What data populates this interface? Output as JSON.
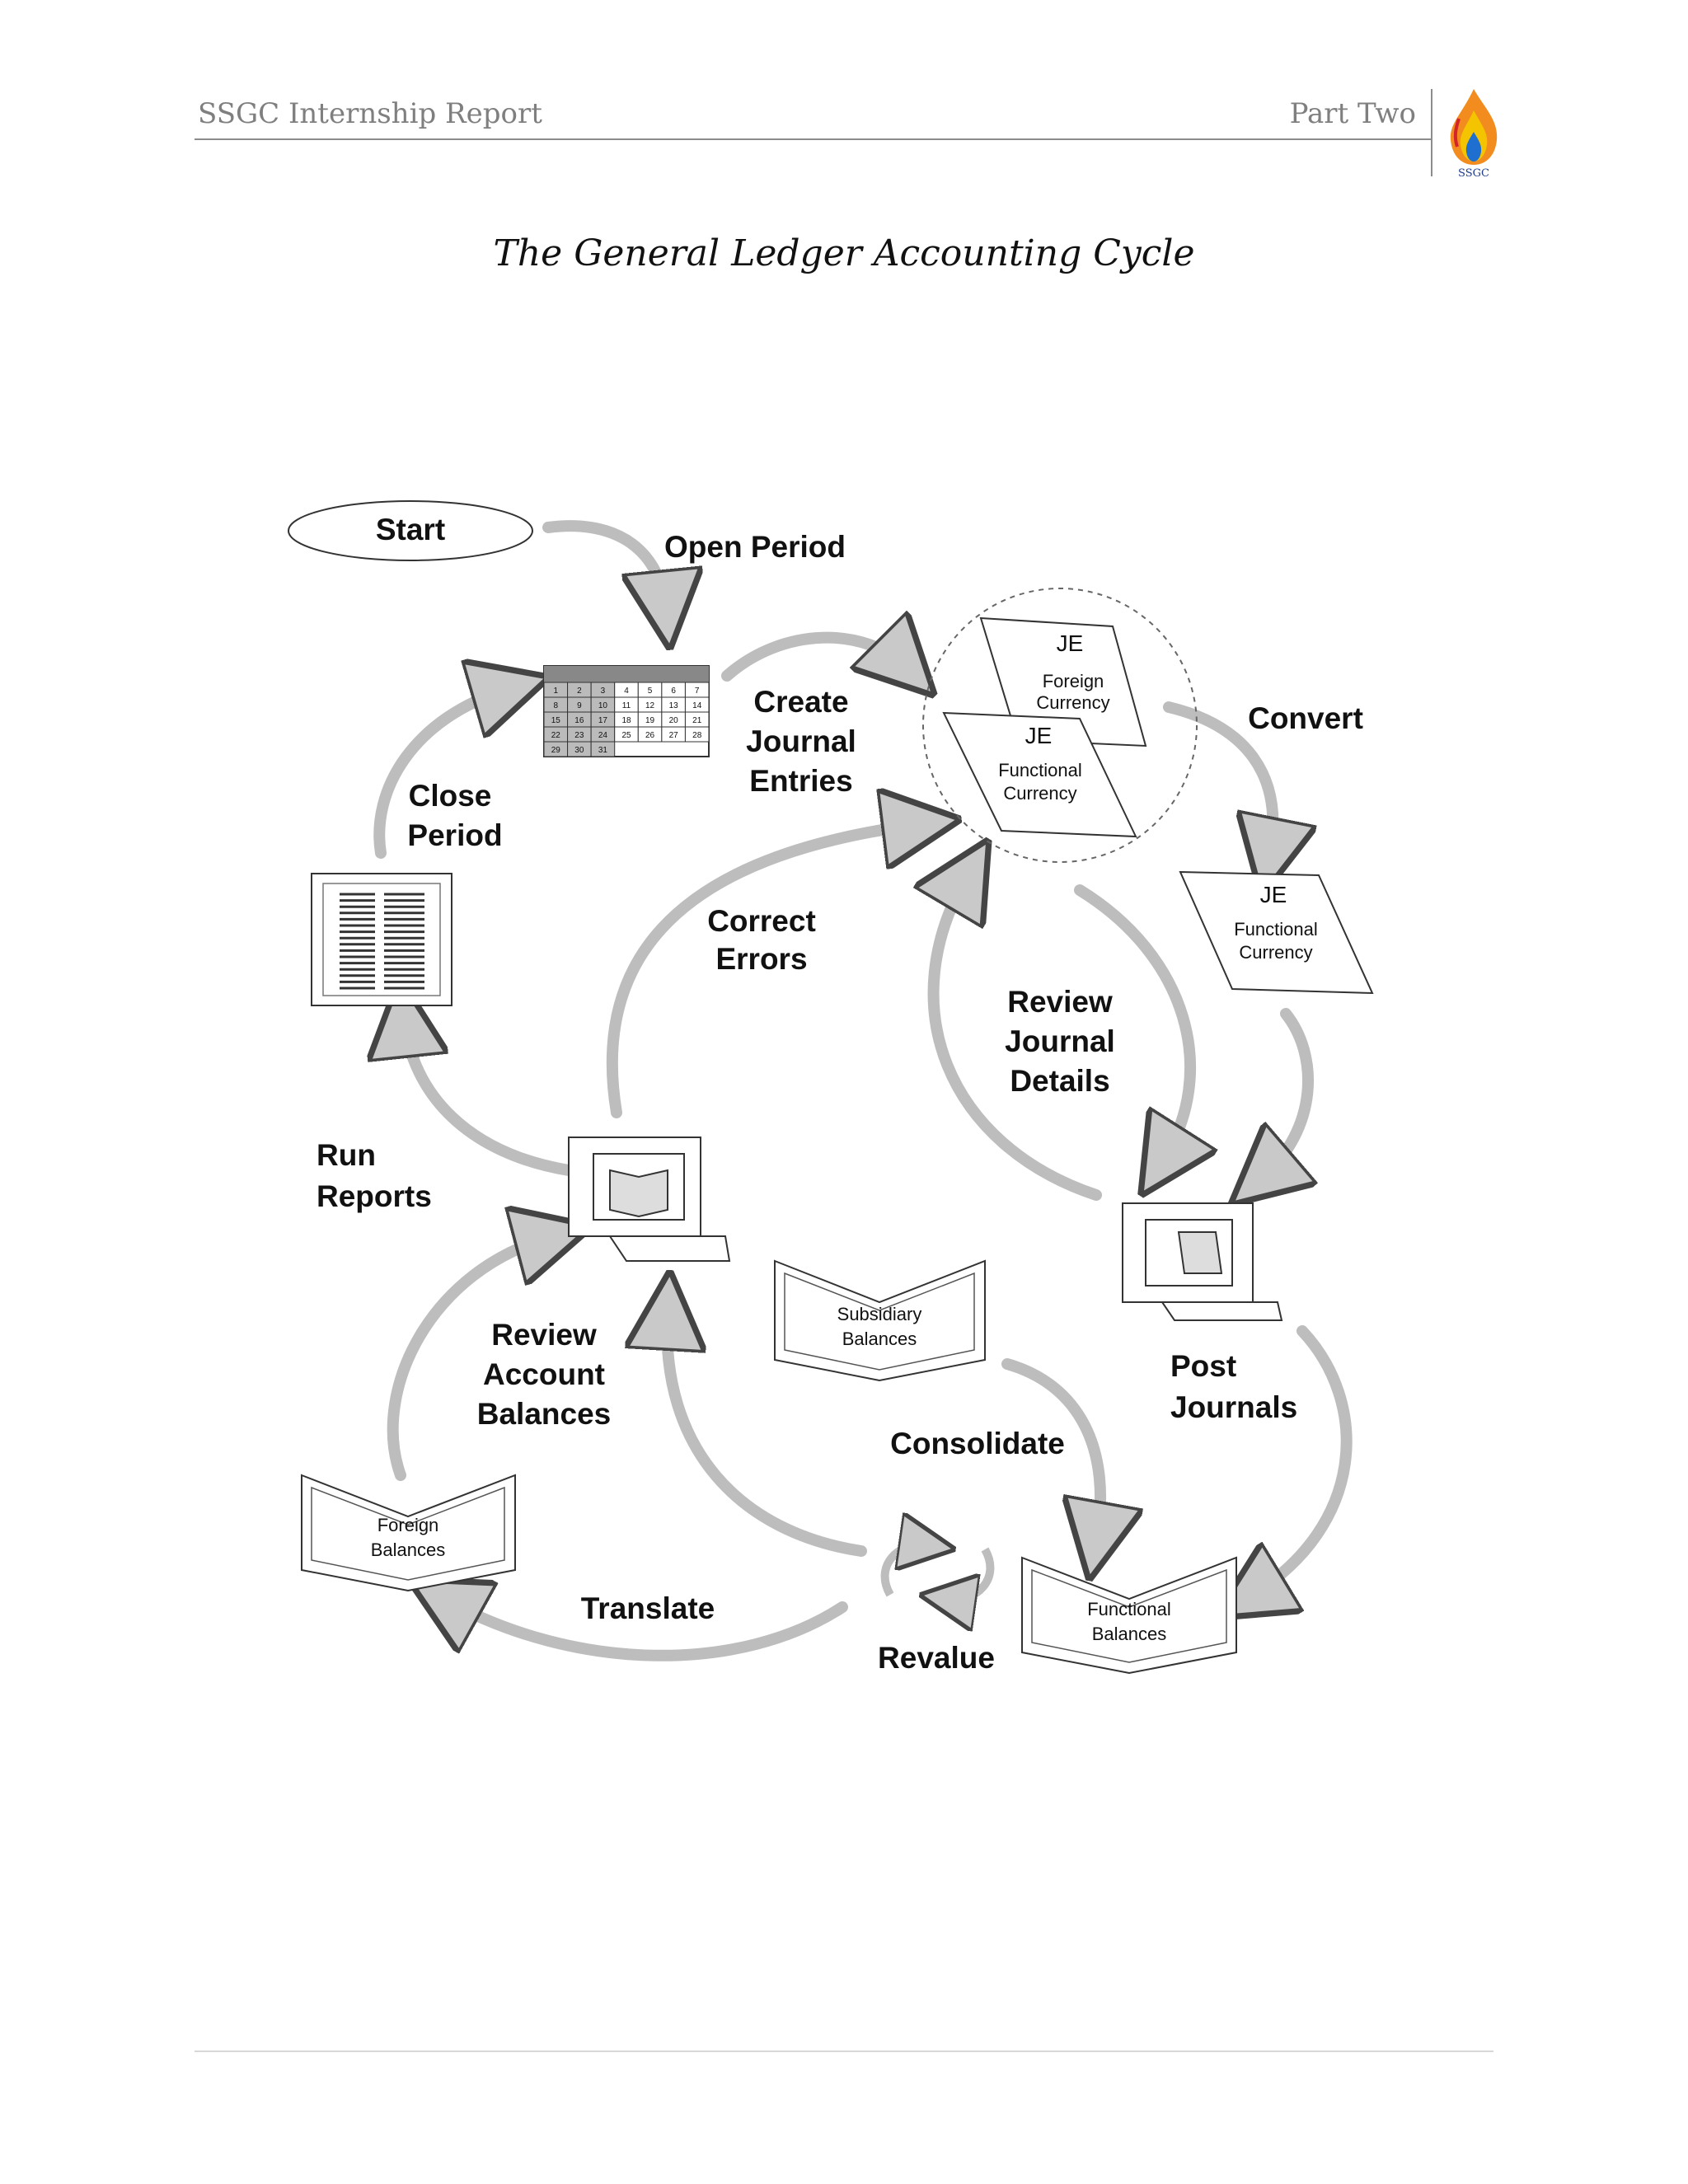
{
  "header": {
    "left": "SSGC Internship Report",
    "right": "Part Two",
    "logo_text": "SSGC"
  },
  "title": "The General Ledger Accounting Cycle",
  "diagram": {
    "start": "Start",
    "open_period": "Open Period",
    "create": [
      "Create",
      "Journal",
      "Entries"
    ],
    "convert": "Convert",
    "close": [
      "Close",
      "Period"
    ],
    "correct": [
      "Correct",
      "Errors"
    ],
    "review_journal": [
      "Review",
      "Journal",
      "Details"
    ],
    "run_reports": [
      "Run",
      "Reports"
    ],
    "review_account": [
      "Review",
      "Account",
      "Balances"
    ],
    "consolidate": "Consolidate",
    "post": [
      "Post",
      "Journals"
    ],
    "translate": "Translate",
    "revalue": "Revalue",
    "je": "JE",
    "foreign_currency": [
      "Foreign",
      "Currency"
    ],
    "functional_currency": [
      "Functional",
      "Currency"
    ],
    "subsidiary_balances": [
      "Subsidiary",
      "Balances"
    ],
    "foreign_balances": [
      "Foreign",
      "Balances"
    ],
    "functional_balances": [
      "Functional",
      "Balances"
    ],
    "calendar_days": [
      "1",
      "2",
      "3",
      "4",
      "5",
      "6",
      "7",
      "8",
      "9",
      "10",
      "11",
      "12",
      "13",
      "14",
      "15",
      "16",
      "17",
      "18",
      "19",
      "20",
      "21",
      "22",
      "23",
      "24",
      "25",
      "26",
      "27",
      "28",
      "29",
      "30",
      "31"
    ]
  }
}
